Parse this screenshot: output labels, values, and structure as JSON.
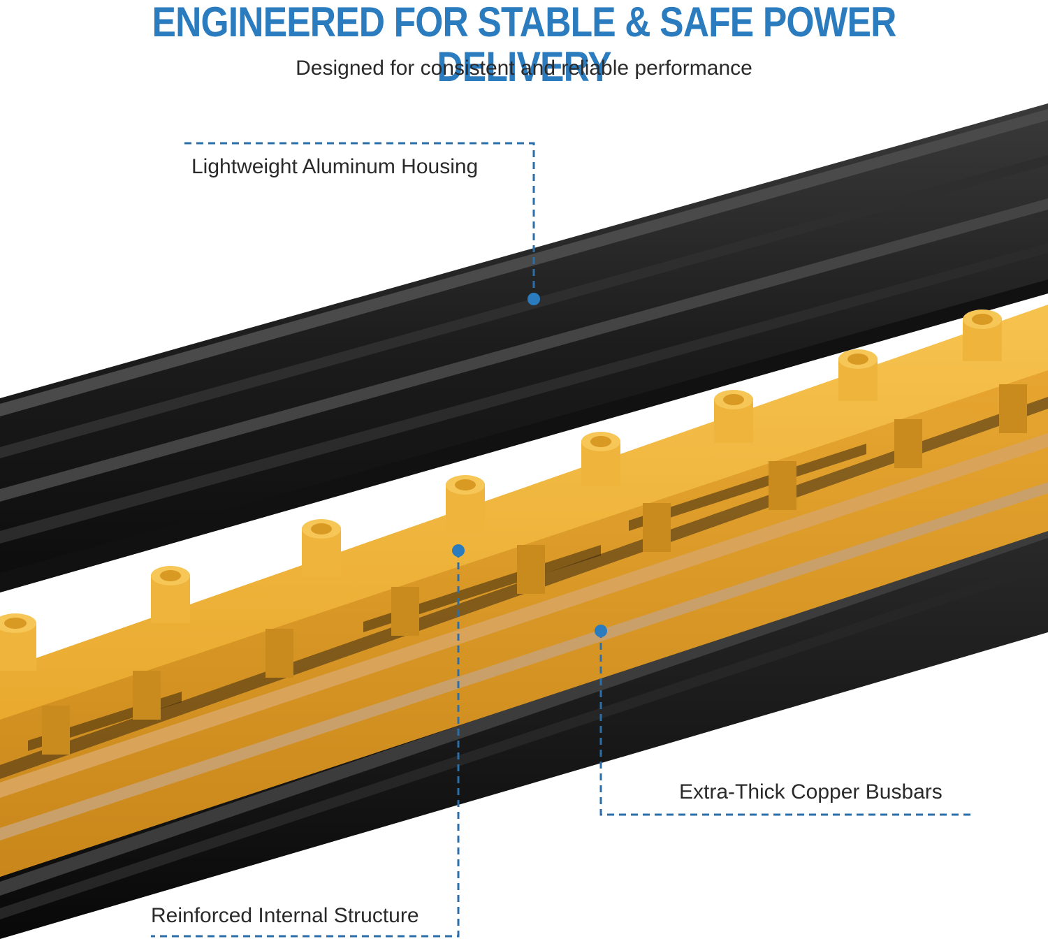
{
  "header": {
    "title": "ENGINEERED FOR STABLE & SAFE POWER DELIVERY",
    "subtitle": "Designed for consistent and reliable performance"
  },
  "callouts": {
    "housing": "Lightweight Aluminum Housing",
    "busbars": "Extra-Thick Copper Busbars",
    "structure": "Reinforced Internal Structure"
  },
  "colors": {
    "accent": "#2b7bbf",
    "housing": "#1a1a1a",
    "structure": "#f2b53c"
  }
}
